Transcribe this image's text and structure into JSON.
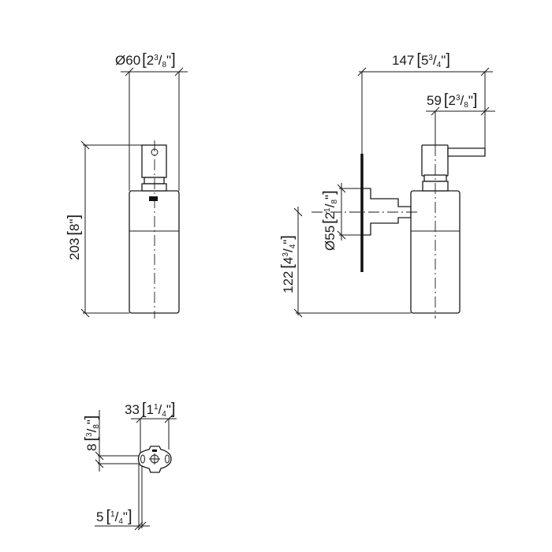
{
  "dimensions": {
    "front_diameter": {
      "symbol": "Ø",
      "mm": "60",
      "inch_whole": "2",
      "inch_num": "3",
      "inch_den": "8",
      "unit": "\""
    },
    "front_height": {
      "mm": "203",
      "inch_whole": "8",
      "unit": "\""
    },
    "side_depth": {
      "mm": "147",
      "inch_whole": "5",
      "inch_num": "3",
      "inch_den": "4",
      "unit": "\""
    },
    "spout_reach": {
      "mm": "59",
      "inch_whole": "2",
      "inch_num": "3",
      "inch_den": "8",
      "unit": "\""
    },
    "rosette_diameter": {
      "symbol": "Ø",
      "mm": "55",
      "inch_whole": "2",
      "inch_num": "1",
      "inch_den": "8",
      "unit": "\""
    },
    "mount_height": {
      "mm": "122",
      "inch_whole": "4",
      "inch_num": "3",
      "inch_den": "4",
      "unit": "\""
    },
    "bracket_width": {
      "mm": "33",
      "inch_whole": "1",
      "inch_num": "1",
      "inch_den": "4",
      "unit": "\""
    },
    "bracket_offset": {
      "mm": "8",
      "inch_num": "3",
      "inch_den": "8",
      "unit": "\""
    },
    "bracket_thickness": {
      "mm": "5",
      "inch_num": "1",
      "inch_den": "4",
      "unit": "\""
    }
  }
}
